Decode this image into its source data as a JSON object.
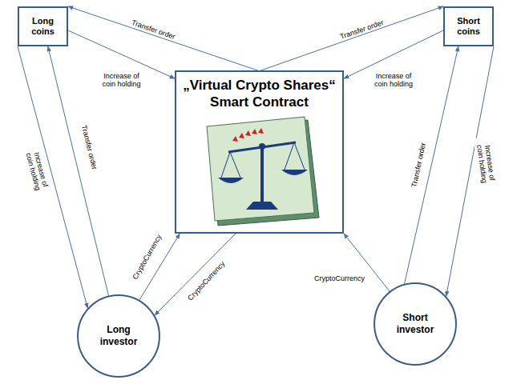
{
  "diagram": {
    "nodes": [
      {
        "text": [
          "Long coins"
        ]
      },
      {
        "text": [
          "Short coins"
        ]
      },
      {
        "text": [
          "„Virtual Crypto Shares“ Smart Contract"
        ]
      },
      {
        "text": [
          "Long investor"
        ]
      },
      {
        "text": [
          "Short investor"
        ]
      }
    ],
    "edges": [
      {
        "from": 2,
        "to": 0,
        "label": "Transfer order",
        "arrow": "to"
      },
      {
        "from": 2,
        "to": 1,
        "label": "Transfer order",
        "arrow": "to"
      },
      {
        "from": 0,
        "to": 2,
        "label": "Increase of coin holding",
        "arrow": "to"
      },
      {
        "from": 1,
        "to": 2,
        "label": "Increase of coin holding",
        "arrow": "to"
      },
      {
        "from": 0,
        "to": 3,
        "label": "Increase of coin holding",
        "arrow": "to"
      },
      {
        "from": 3,
        "to": 0,
        "label": "Transfer order",
        "arrow": "to"
      },
      {
        "from": 3,
        "to": 2,
        "label": "CryptoCurrency",
        "arrow": "to"
      },
      {
        "from": 2,
        "to": 3,
        "label": "CryptoCurrency",
        "arrow": "to"
      },
      {
        "from": 4,
        "to": 2,
        "label": "CryptoCurrency",
        "arrow": "to"
      },
      {
        "from": 4,
        "to": 1,
        "label": "Transfer order",
        "arrow": "to"
      },
      {
        "from": 1,
        "to": 4,
        "label": "Increase of coin holding",
        "arrow": "to"
      }
    ]
  }
}
